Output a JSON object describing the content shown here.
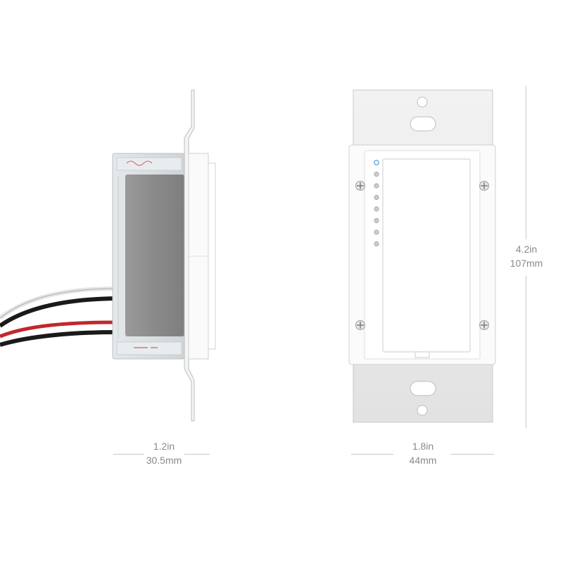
{
  "product": {
    "side_view": {
      "width_label": "1.2in",
      "width_label_metric": "30.5mm"
    },
    "front_view": {
      "width_label": "1.8in",
      "width_label_metric": "44mm",
      "height_label": "4.2in",
      "height_label_metric": "107mm",
      "led_count": 8
    }
  },
  "colors": {
    "plate": "#ececec",
    "switch_body": "#ffffff",
    "paddle": "#ffffff",
    "housing": "#d9dde0",
    "motor_box": "#8e8e8e",
    "wire_black": "#1a1a1a",
    "wire_red": "#c0282c",
    "wire_white": "#f2f2f2",
    "led_active": "#5aa7e0",
    "dimension_text": "#8a8a8a"
  }
}
